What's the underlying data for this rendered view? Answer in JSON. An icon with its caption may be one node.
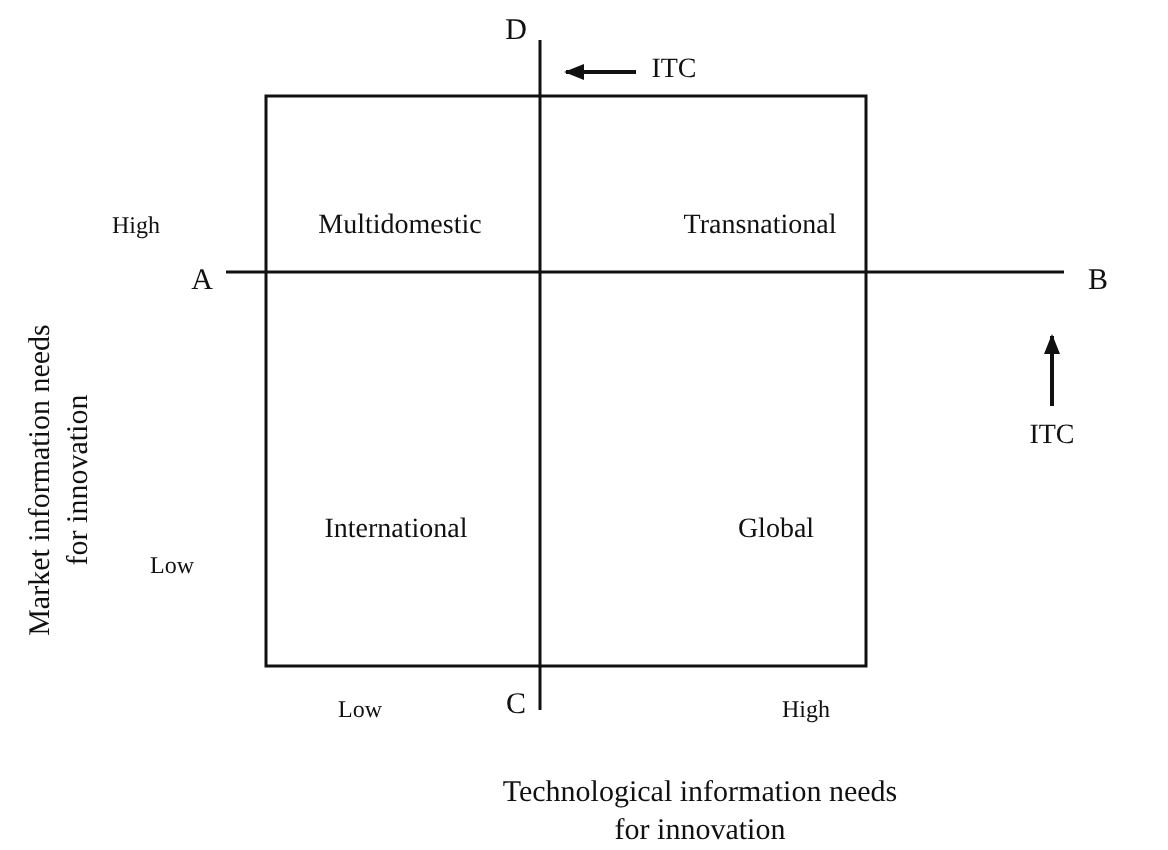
{
  "diagram": {
    "labels": [
      "D",
      "ITC",
      "High",
      "Multidomestic",
      "Transnational",
      "A",
      "B",
      "ITC",
      "Market information needs for innovation",
      "International",
      "Global",
      "Low",
      "Low",
      "C",
      "High",
      "Technological information needs for innovation"
    ]
  }
}
